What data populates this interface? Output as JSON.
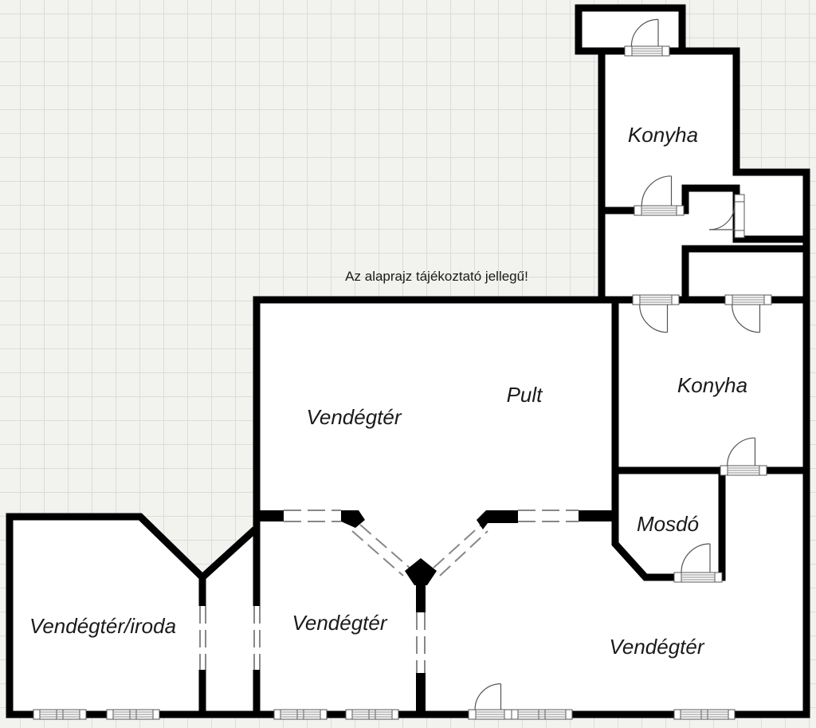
{
  "diagram": {
    "type": "floor-plan",
    "notice": "Az alaprajz tájékoztató jellegű!",
    "colors": {
      "background": "#f2f2ef",
      "grid": "#dcdcd8",
      "wall": "#000000",
      "floor": "#ffffff",
      "text": "#1a1a1a"
    },
    "rooms": [
      {
        "id": "kitchen-upper",
        "label": "Konyha"
      },
      {
        "id": "kitchen-lower",
        "label": "Konyha"
      },
      {
        "id": "counter",
        "label": "Pult"
      },
      {
        "id": "dining-main",
        "label": "Vendégtér"
      },
      {
        "id": "dining-office",
        "label": "Vendégtér/iroda"
      },
      {
        "id": "dining-middle",
        "label": "Vendégtér"
      },
      {
        "id": "washroom",
        "label": "Mosdó"
      },
      {
        "id": "dining-large",
        "label": "Vendégtér"
      }
    ]
  }
}
